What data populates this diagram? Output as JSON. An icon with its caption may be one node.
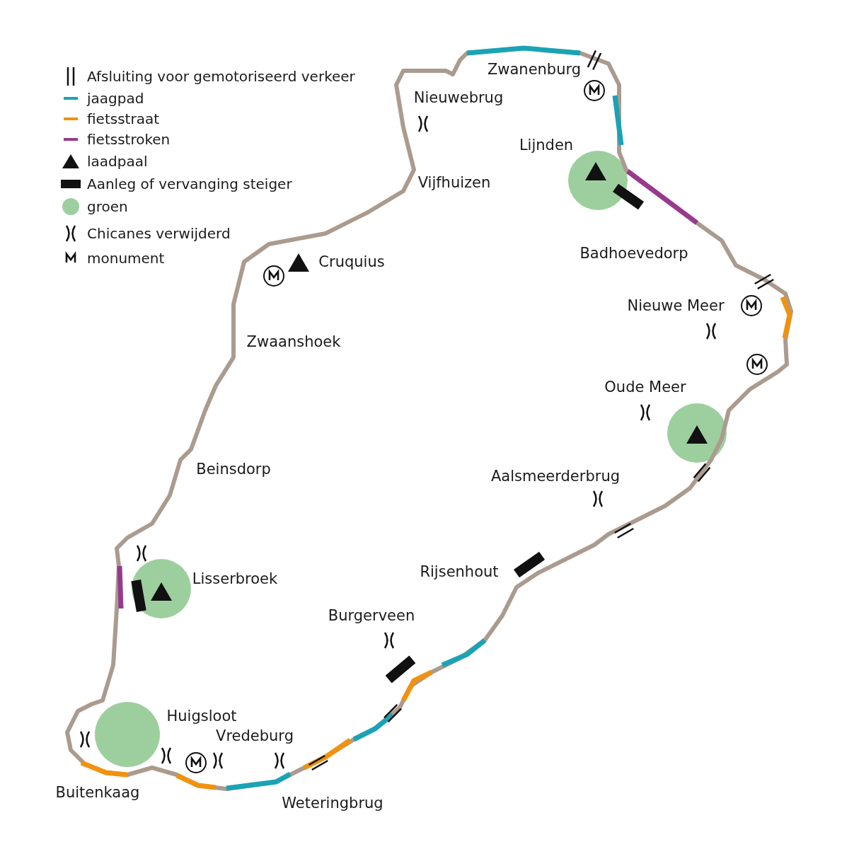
{
  "diagram": {
    "labels": [
      "Zwanenburg",
      "Nieuwebrug",
      "Lijnden",
      "Vijfhuizen",
      "Badhoevedorp",
      "Cruquius",
      "Nieuwe Meer",
      "Zwaanshoek",
      "Oude Meer",
      "Beinsdorp",
      "Aalsmeerderbrug",
      "Rijsenhout",
      "Lisserbroek",
      "Burgerveen",
      "Huigsloot",
      "Vredeburg",
      "Buitenkaag",
      "Weteringbrug"
    ],
    "legend": [
      {
        "text": "Afsluiting voor gemotoriseerd verkeer"
      },
      {
        "text": "jaagpad"
      },
      {
        "text": "fietsstraat"
      },
      {
        "text": "fietsstroken"
      },
      {
        "text": "laadpaal"
      },
      {
        "text": "Aanleg of vervanging steiger"
      },
      {
        "text": "groen"
      },
      {
        "text": "Chicanes verwijderd"
      },
      {
        "text": "monument"
      }
    ]
  }
}
